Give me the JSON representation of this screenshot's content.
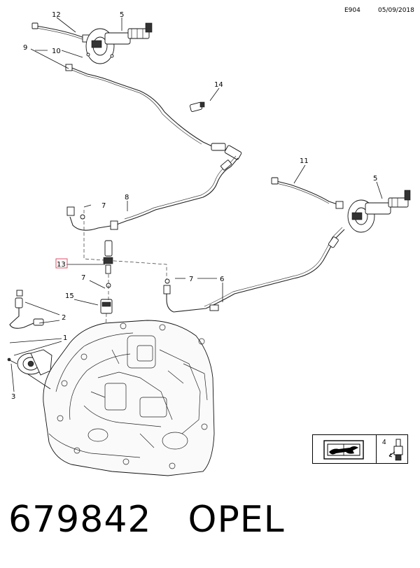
{
  "header": {
    "code": "E904",
    "date": "05/09/2018"
  },
  "callouts": {
    "c12": "12",
    "c5a": "5",
    "c9": "9",
    "c10": "10",
    "c14": "14",
    "c11": "11",
    "c5b": "5",
    "c7a": "7",
    "c8": "8",
    "c13": "13",
    "c7b": "7",
    "c7c": "7",
    "c6": "6",
    "c15": "15",
    "c2": "2",
    "c1": "1",
    "c3": "3",
    "c4": "4"
  },
  "colors": {
    "highlight": "#e0506a"
  },
  "legend": {
    "icons": [
      "manual-wrench-icon",
      "bleeder-valve-icon"
    ]
  },
  "footer": {
    "part_number": "679842",
    "brand": "OPEL"
  }
}
